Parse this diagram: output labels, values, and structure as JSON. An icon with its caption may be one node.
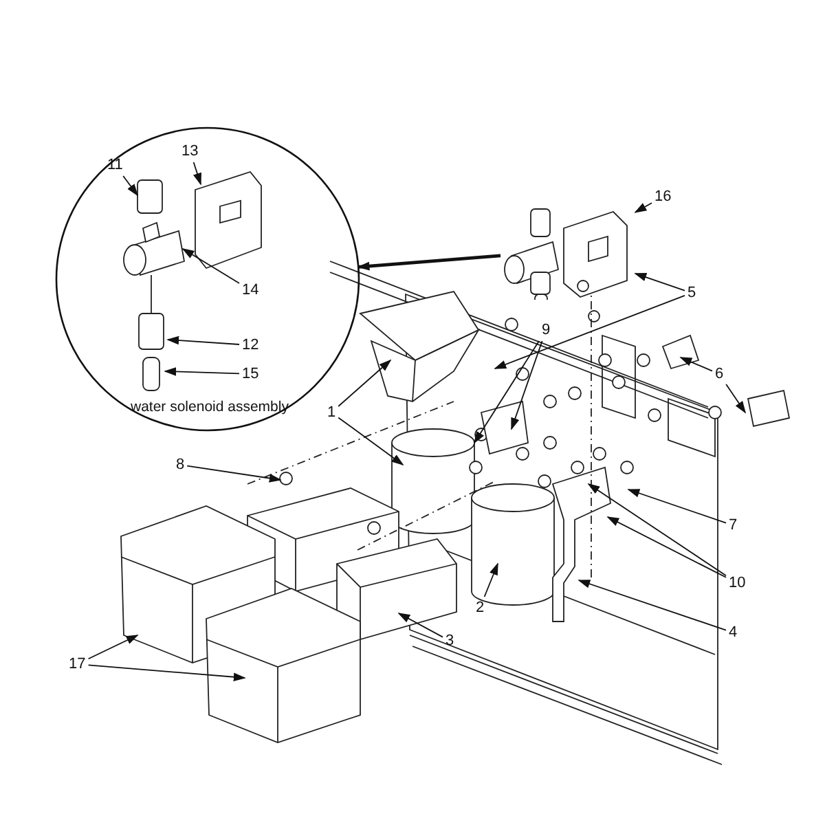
{
  "diagram": {
    "nodes": [
      {
        "text": [
          "water solenoid assembly"
        ]
      },
      {
        "text": [
          "13"
        ],
        "in": 0
      },
      {
        "text": [
          "11"
        ],
        "in": 0
      },
      {
        "text": [
          "14"
        ],
        "in": 0
      },
      {
        "text": [
          "12"
        ],
        "in": 0
      },
      {
        "text": [
          "15"
        ],
        "in": 0
      },
      {
        "text": [],
        "shape": "picture"
      },
      {
        "text": [
          "16"
        ]
      },
      {
        "text": [
          "5"
        ]
      },
      {
        "text": [
          "9"
        ]
      },
      {
        "text": [
          "6"
        ]
      },
      {
        "text": [
          "1"
        ]
      },
      {
        "text": [
          "8"
        ]
      },
      {
        "text": [
          "7"
        ]
      },
      {
        "text": [
          "10"
        ]
      },
      {
        "text": [
          "4"
        ]
      },
      {
        "text": [
          "2"
        ]
      },
      {
        "text": [
          "3"
        ]
      },
      {
        "text": [
          "17"
        ]
      }
    ],
    "edges": [
      {
        "from": 6,
        "to": 0,
        "arrow": "to",
        "style": "thick"
      },
      {
        "from": 1,
        "to": null,
        "arrow": "to"
      },
      {
        "from": 2,
        "to": null,
        "arrow": "to"
      },
      {
        "from": 3,
        "to": null,
        "arrow": "to"
      },
      {
        "from": 4,
        "to": null,
        "arrow": "to"
      },
      {
        "from": 5,
        "to": null,
        "arrow": "to"
      },
      {
        "from": 7,
        "to": 6,
        "arrow": "to"
      },
      {
        "from": 8,
        "to": 6,
        "arrow": "to"
      },
      {
        "from": 8,
        "to": null,
        "arrow": "to"
      },
      {
        "from": 9,
        "to": null,
        "arrow": "to"
      },
      {
        "from": 9,
        "to": null,
        "arrow": "to"
      },
      {
        "from": 10,
        "to": null,
        "arrow": "to"
      },
      {
        "from": 10,
        "to": null,
        "arrow": "to"
      },
      {
        "from": 11,
        "to": null,
        "arrow": "to"
      },
      {
        "from": 11,
        "to": null,
        "arrow": "to"
      },
      {
        "from": 12,
        "to": null,
        "arrow": "to"
      },
      {
        "from": 13,
        "to": null,
        "arrow": "to"
      },
      {
        "from": 14,
        "to": null,
        "arrow": "to"
      },
      {
        "from": 14,
        "to": null,
        "arrow": "to"
      },
      {
        "from": 15,
        "to": null,
        "arrow": "to"
      },
      {
        "from": 16,
        "to": null,
        "arrow": "to"
      },
      {
        "from": 17,
        "to": null,
        "arrow": "to"
      },
      {
        "from": 18,
        "to": null,
        "arrow": "to"
      },
      {
        "from": 18,
        "to": null,
        "arrow": "to"
      }
    ]
  }
}
